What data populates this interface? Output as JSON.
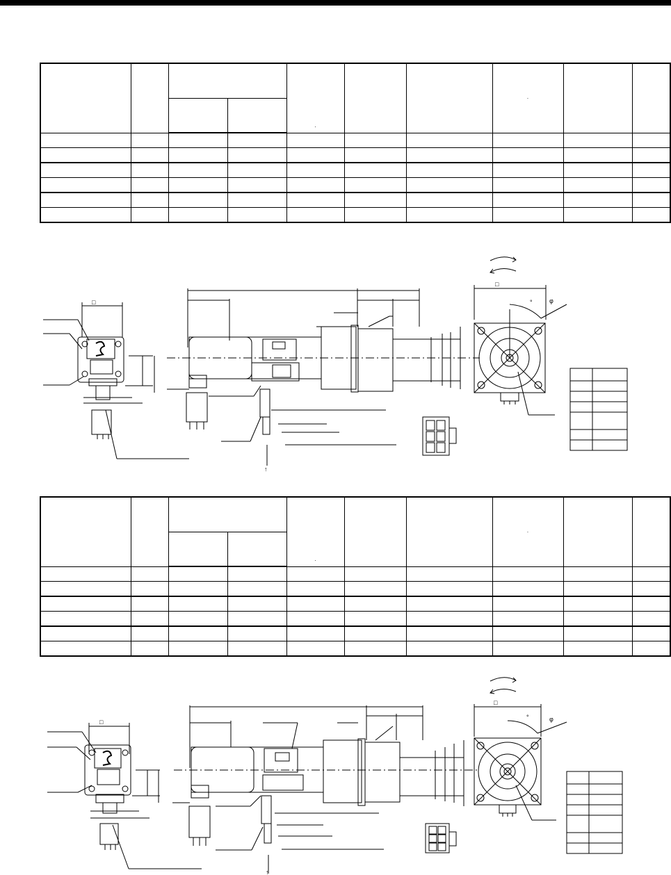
{
  "page": {
    "top_rule_color": "#000000"
  },
  "table1": {
    "rows": 6
  },
  "table2": {
    "rows": 6
  },
  "drawing1": {
    "square_symbol": "□",
    "phi_symbol": "φ",
    "degree_symbol": "°",
    "arrow_symbol": "↑"
  },
  "drawing2": {
    "square_symbol": "□",
    "phi_symbol": "φ",
    "degree_symbol": "°",
    "arrow_symbol": "↑"
  }
}
